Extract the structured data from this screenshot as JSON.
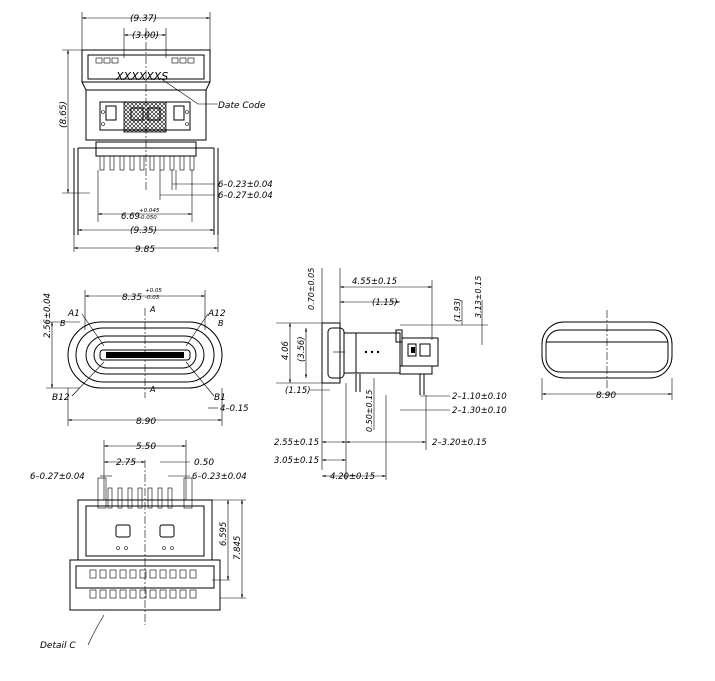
{
  "top_view": {
    "dim_width_ref": "(9.37)",
    "dim_center_ref": "(3.00)",
    "dim_height_ref": "(8.65)",
    "marking": "XXXXXXS",
    "date_code_label": "Date Code",
    "dim_pin_width_a": "6–0.23±0.04",
    "dim_pin_width_b": "6–0.27±0.04",
    "dim_pitch_main": "6.69",
    "dim_pitch_tol_plus": "+0.045",
    "dim_pitch_tol_minus": "-0.050",
    "dim_body_ref": "(9.35)",
    "dim_overall": "9.85"
  },
  "front_view": {
    "dim_height": "2.56±0.04",
    "dim_width_main": "8.35",
    "dim_width_tol_plus": "+0.05",
    "dim_width_tol_minus": "-0.03",
    "label_a1": "A1",
    "label_a12": "A12",
    "label_b12": "B12",
    "label_b1": "B1",
    "section_mark": "A",
    "section_mark_b": "B",
    "dim_overall_width": "8.90",
    "dim_radius": "4–0.15"
  },
  "side_view": {
    "dim_a": "0.70±0.05",
    "dim_b": "4.55±0.15",
    "dim_c": "(1.15)",
    "dim_d": "(1.93)",
    "dim_e": "3.13±0.15",
    "dim_f": "4.06",
    "dim_g": "(3.56)",
    "dim_h": "(1.15)",
    "dim_i": "2–1.10±0.10",
    "dim_j": "2–1.30±0.10",
    "dim_k": "0.50±0.15",
    "dim_l": "2.55±0.15",
    "dim_m": "2–3.20±0.15",
    "dim_n": "3.05±0.15",
    "dim_o": "4.20±0.15"
  },
  "end_view": {
    "dim_width": "8.90"
  },
  "bottom_view": {
    "dim_a": "5.50",
    "dim_b": "2.75",
    "dim_c": "0.50",
    "dim_d": "6–0.27±0.04",
    "dim_e": "6–0.23±0.04",
    "dim_f": "6.595",
    "dim_g": "7.845",
    "detail_label": "Detail  C"
  }
}
